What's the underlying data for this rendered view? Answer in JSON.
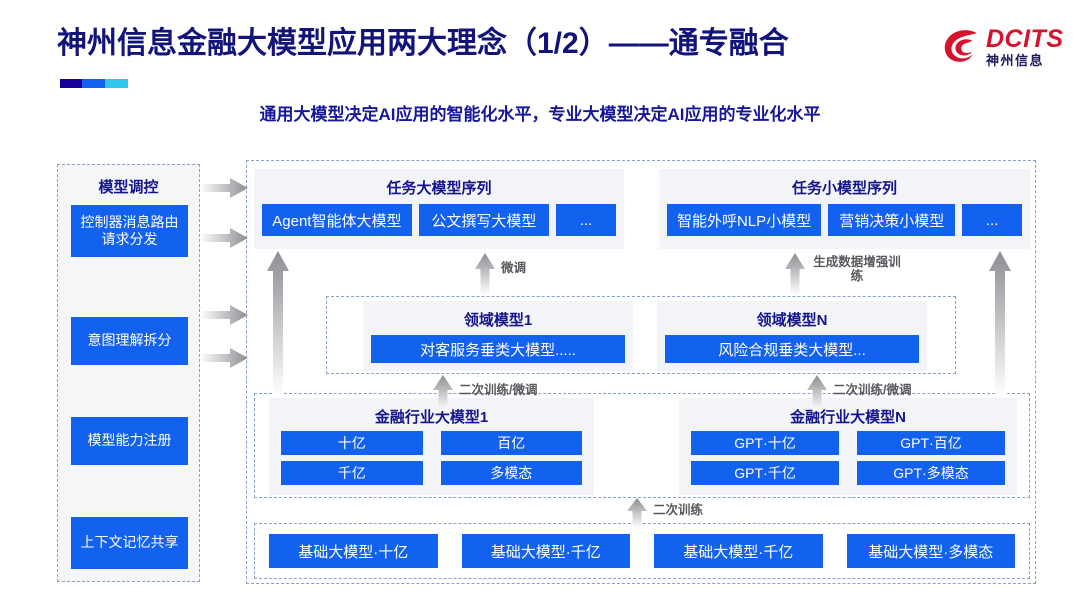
{
  "header": {
    "title": "神州信息金融大模型应用两大理念（1/2）——通专融合",
    "subtitle": "通用大模型决定AI应用的智能化水平，专业大模型决定AI应用的专业化水平",
    "logo_en": "DCITS",
    "logo_cn": "神州信息",
    "accent_colors": [
      "#120099",
      "#1260f0",
      "#2ec6ec"
    ],
    "title_color": "#12147a",
    "logo_color": "#d6122c"
  },
  "colors": {
    "chip_blue": "#1361ef",
    "panel_gray": "#f3f4f7",
    "dash_border": "#8aa0cc",
    "heading_navy": "#14158c"
  },
  "control_column": {
    "title": "模型调控",
    "items": [
      {
        "label": "控制器消息路由请求分发"
      },
      {
        "label": "意图理解拆分"
      },
      {
        "label": "模型能力注册"
      },
      {
        "label": "上下文记忆共享"
      }
    ]
  },
  "task_sequences": [
    {
      "title": "任务大模型序列",
      "chips": [
        "Agent智能体大模型",
        "公文撰写大模型",
        "..."
      ]
    },
    {
      "title": "任务小模型序列",
      "chips": [
        "智能外呼NLP小模型",
        "营销决策小模型",
        "..."
      ]
    }
  ],
  "domain_models": [
    {
      "title": "领域模型1",
      "chip": "对客服务垂类大模型....."
    },
    {
      "title": "领域模型N",
      "chip": "风险合规垂类大模型..."
    }
  ],
  "industry_models": [
    {
      "title": "金融行业大模型1",
      "chips": [
        "十亿",
        "百亿",
        "千亿",
        "多模态"
      ]
    },
    {
      "title": "金融行业大模型N",
      "chips": [
        "GPT·十亿",
        "GPT·百亿",
        "GPT·千亿",
        "GPT·多模态"
      ]
    }
  ],
  "foundation_models": {
    "chips": [
      "基础大模型·十亿",
      "基础大模型·千亿",
      "基础大模型·千亿",
      "基础大模型·多模态"
    ]
  },
  "arrow_labels": {
    "fine_tune": "微调",
    "data_aug": "生成数据增强训练",
    "retrain_tune_left": "二次训练/微调",
    "retrain_tune_right": "二次训练/微调",
    "retrain": "二次训练"
  }
}
